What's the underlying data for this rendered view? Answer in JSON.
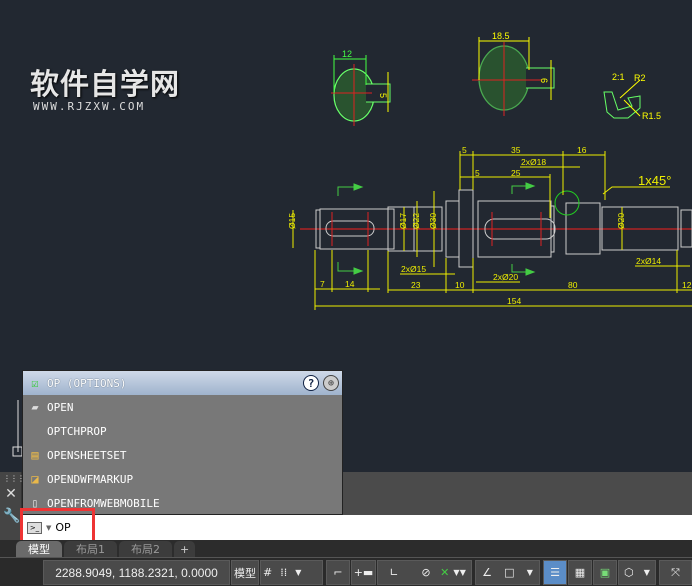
{
  "watermark": {
    "title": "软件自学网",
    "url": "WWW.RJZXW.COM"
  },
  "drawing": {
    "section1": {
      "width": "12",
      "depth": "5"
    },
    "section2": {
      "width": "18.5",
      "depth": "6"
    },
    "detail": {
      "scale": "2:1",
      "r1": "R2",
      "r2": "R1.5"
    },
    "shaft": {
      "d1": "Ø15",
      "d2": "Ø17",
      "d3": "Ø22",
      "d4": "Ø30",
      "d5": "Ø20",
      "top5a": "5",
      "top35": "35",
      "top16": "16",
      "h2x18": "2xØ18",
      "top5b": "5",
      "top25": "25",
      "chamfer": "1x45°",
      "h2x15": "2xØ15",
      "h2x20": "2xØ20",
      "h2x14": "2xØ14",
      "b7": "7",
      "b14": "14",
      "b23": "23",
      "b10": "10",
      "b80": "80",
      "b154": "154",
      "b12": "12"
    }
  },
  "palette": {
    "header": "OP (OPTIONS)",
    "items": [
      {
        "label": "OPEN",
        "icon": "folder-open-icon"
      },
      {
        "label": "OPTCHPROP",
        "icon": ""
      },
      {
        "label": "OPENSHEETSET",
        "icon": "sheetset-icon"
      },
      {
        "label": "OPENDWFMARKUP",
        "icon": "dwf-markup-icon"
      },
      {
        "label": "OPENFROMWEBMOBILE",
        "icon": "web-mobile-icon"
      }
    ]
  },
  "command": {
    "value": "OP"
  },
  "tabs": [
    "模型",
    "布局1",
    "布局2",
    "+"
  ],
  "status": {
    "coords": "2288.9049, 1188.2321, 0.0000",
    "model": "模型"
  }
}
